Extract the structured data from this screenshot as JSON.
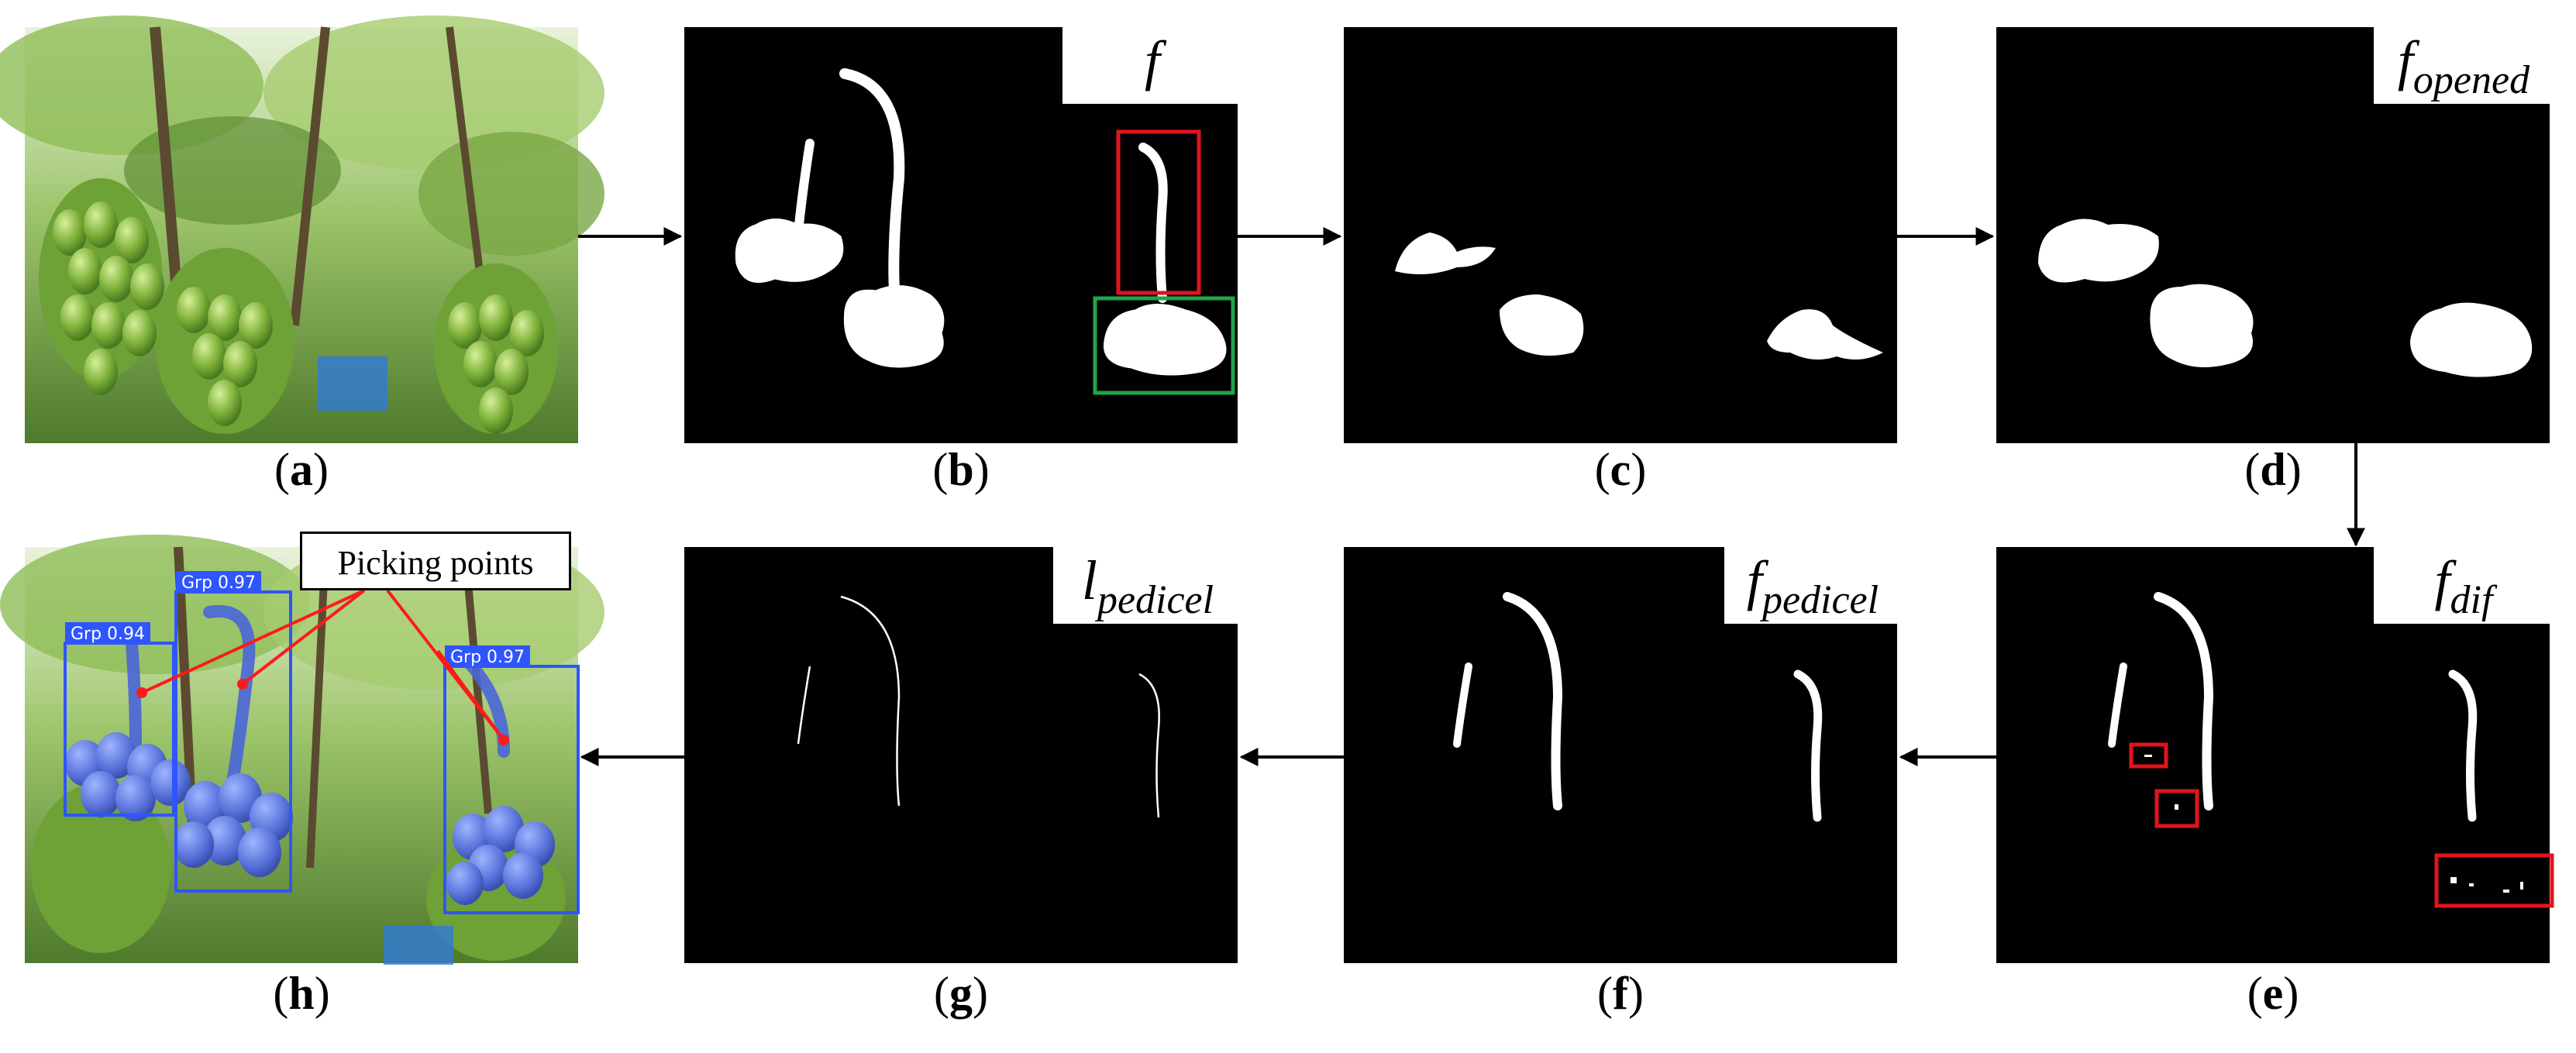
{
  "panels": [
    {
      "id": "a",
      "label": "a",
      "symbol_main": "",
      "symbol_sub": ""
    },
    {
      "id": "b",
      "label": "b",
      "symbol_main": "f",
      "symbol_sub": ""
    },
    {
      "id": "c",
      "label": "c",
      "symbol_main": "",
      "symbol_sub": ""
    },
    {
      "id": "d",
      "label": "d",
      "symbol_main": "f",
      "symbol_sub": "opened"
    },
    {
      "id": "e",
      "label": "e",
      "symbol_main": "f",
      "symbol_sub": "dif"
    },
    {
      "id": "f",
      "label": "f",
      "symbol_main": "f",
      "symbol_sub": "pedicel"
    },
    {
      "id": "g",
      "label": "g",
      "symbol_main": "l",
      "symbol_sub": "pedicel"
    },
    {
      "id": "h",
      "label": "h",
      "symbol_main": "",
      "symbol_sub": ""
    }
  ],
  "callout": "Picking points",
  "detections": [
    {
      "label": "Grp 0.97"
    },
    {
      "label": "Grp 0.94"
    },
    {
      "label": "Grp 0.97"
    }
  ],
  "colors": {
    "detection_box": "#2f55ff",
    "picking_point": "#ff1a1a",
    "mask_bg": "#000000",
    "mask_fg": "#ffffff",
    "highlight_red": "#e0141e",
    "highlight_green": "#1fa54a",
    "foliage": "#6e9a45",
    "grape": "#8cbf48"
  }
}
